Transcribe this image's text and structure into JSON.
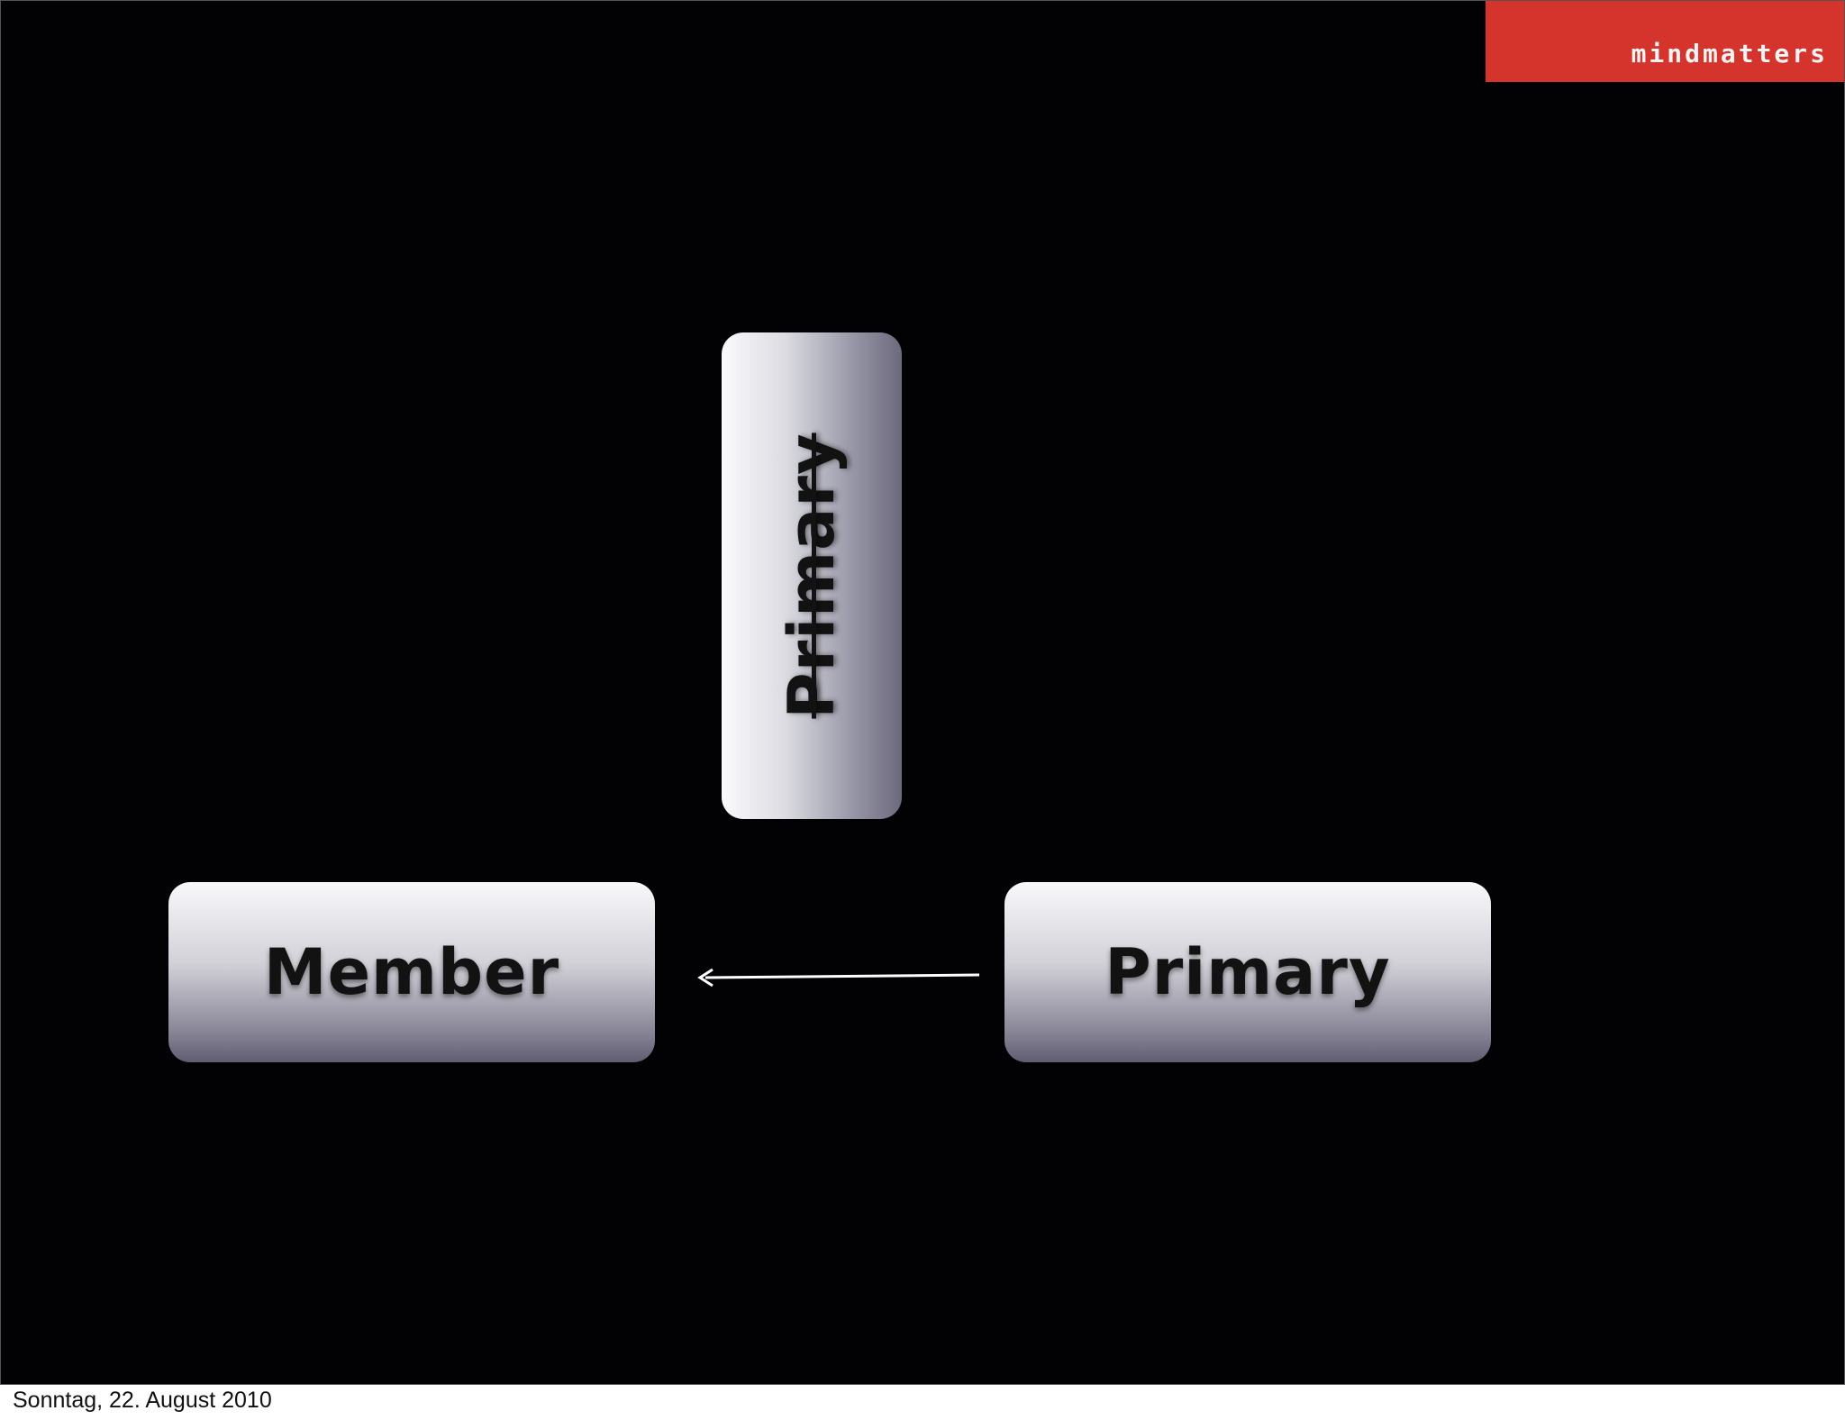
{
  "slide": {
    "logo": "mindmatters",
    "colors": {
      "background": "#020204",
      "logo_background": "#d4342c",
      "box_text": "#121212",
      "arrow": "#ffffff"
    }
  },
  "diagram": {
    "top_box": {
      "label": "Primary",
      "struck_through": true,
      "orientation": "vertical"
    },
    "left_box": {
      "label": "Member"
    },
    "right_box": {
      "label": "Primary"
    },
    "edges": [
      {
        "from": "right_box",
        "to": "left_box",
        "style": "arrow"
      }
    ]
  },
  "footer": {
    "date": "Sonntag, 22. August 2010"
  }
}
